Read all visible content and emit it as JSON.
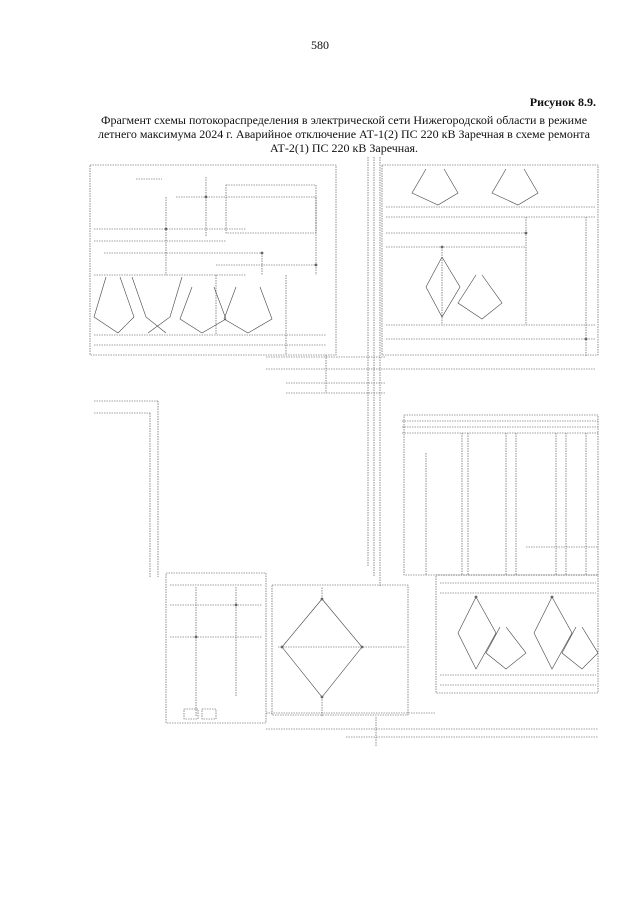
{
  "page": {
    "number": "580"
  },
  "figure": {
    "label": "Рисунок 8.9.",
    "caption_lines": [
      "Фрагмент схемы потокораспределения в электрической сети Нижегородской области в режиме",
      "летнего максимума 2024 г. Аварийное отключение АТ-1(2) ПС 220 кВ Заречная в схеме ремонта",
      "АТ-2(1) ПС 220 кВ Заречная."
    ]
  }
}
